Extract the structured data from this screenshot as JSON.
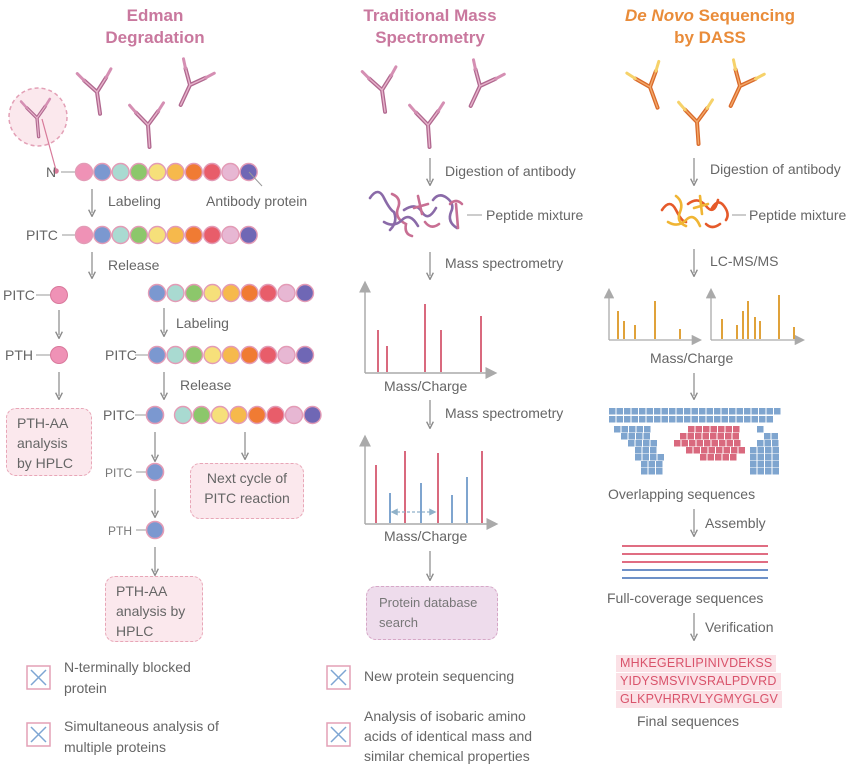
{
  "titles": {
    "edman": [
      "Edman",
      "Degradation"
    ],
    "tms": [
      "Traditional Mass",
      "Spectrometry"
    ],
    "dass_italic": "De Novo",
    "dass_rest": " Sequencing",
    "dass_line2": "by DASS"
  },
  "edman": {
    "n_label": "N",
    "labeling_1": "Labeling",
    "antibody_protein": "Antibody protein",
    "pitc_1": "PITC",
    "release_1": "Release",
    "pitc_left": "PITC",
    "pth_left": "PTH",
    "box_left": [
      "PTH-AA",
      "analysis",
      "by HPLC"
    ],
    "labeling_2": "Labeling",
    "pitc_2": "PITC",
    "release_2": "Release",
    "pitc_3": "PITC",
    "pitc_4": "PITC",
    "pth_bottom": "PTH",
    "box_next": [
      "Next cycle of",
      "PITC reaction"
    ],
    "box_bottom": [
      "PTH-AA",
      "analysis by",
      "HPLC"
    ]
  },
  "tms": {
    "digestion": "Digestion of antibody",
    "peptide_mixture": "Peptide mixture",
    "ms_1": "Mass spectrometry",
    "xlabel_1": "Mass/Charge",
    "ms_2": "Mass spectrometry",
    "xlabel_2": "Mass/Charge",
    "box_db": [
      "Protein database",
      "search"
    ]
  },
  "dass": {
    "digestion": "Digestion of antibody",
    "peptide_mixture": "Peptide mixture",
    "lcms": "LC-MS/MS",
    "xlabel": "Mass/Charge",
    "overlapping": "Overlapping  sequences",
    "assembly": "Assembly",
    "full_coverage": "Full-coverage sequences",
    "verification": "Verification",
    "sequences": [
      "MHKEGERLIPINIVDEKSS",
      "YIDYSMSVIVSRALPDVRD",
      "GLKPVHRRVLYGMYGLGV"
    ],
    "final": "Final sequences"
  },
  "limitations": {
    "edman_1": [
      "N-terminally blocked",
      "protein"
    ],
    "edman_2": [
      "Simultaneous analysis of",
      "multiple proteins"
    ],
    "tms_1": [
      "New protein sequencing"
    ],
    "tms_2": [
      "Analysis of isobaric amino",
      "acids of identical mass and",
      "similar chemical properties"
    ]
  },
  "colors": {
    "pink": "#c9789e",
    "orange": "#e98c3a",
    "red_bar": "#d9697e",
    "blue": "#6e91c8",
    "gold": "#e0a23a"
  }
}
